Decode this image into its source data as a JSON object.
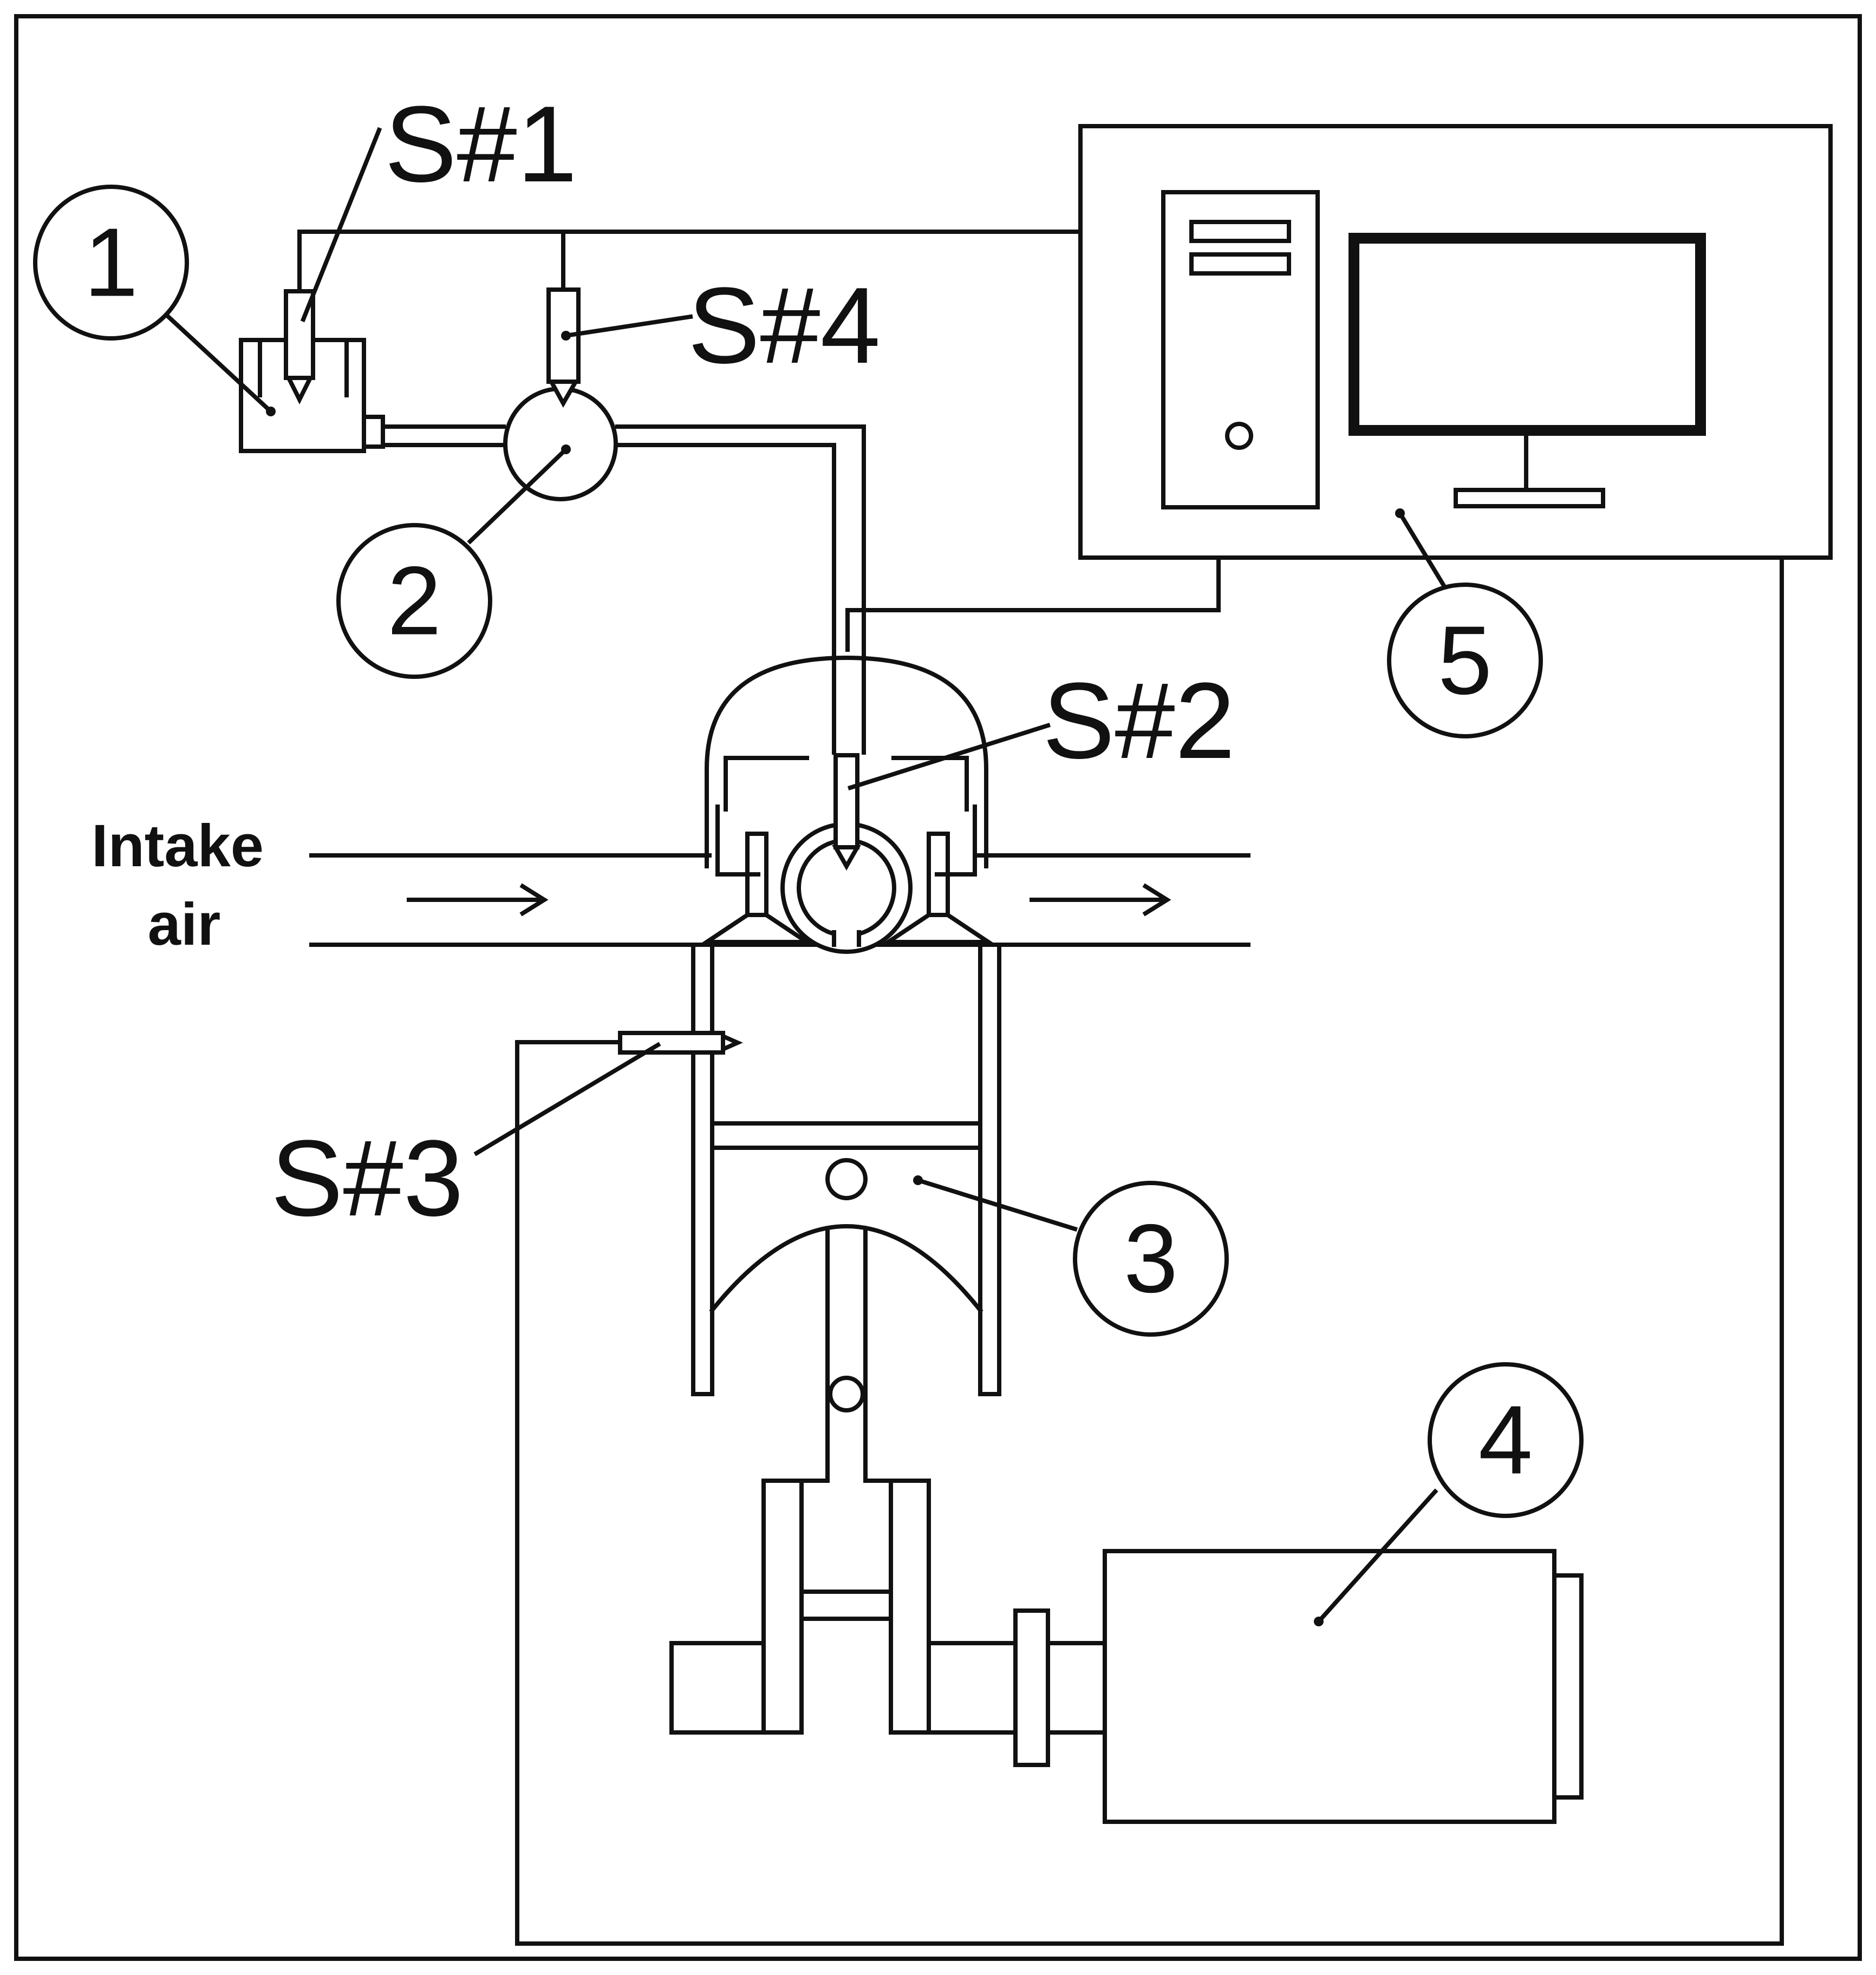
{
  "sensor_labels": {
    "s1": "S#1",
    "s2": "S#2",
    "s3": "S#3",
    "s4": "S#4"
  },
  "component_numbers": {
    "c1": "1",
    "c2": "2",
    "c3": "3",
    "c4": "4",
    "c5": "5"
  },
  "intake_label": {
    "line1": "Intake",
    "line2": "air"
  }
}
